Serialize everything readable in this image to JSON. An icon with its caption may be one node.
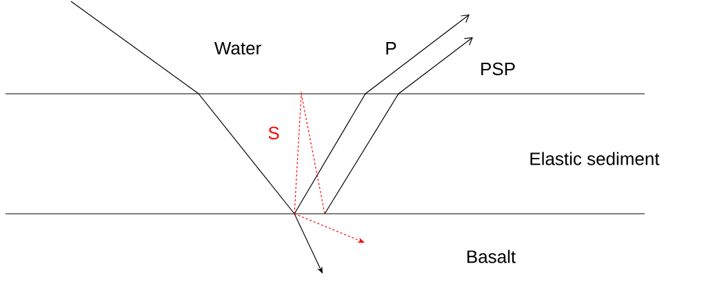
{
  "diagram": {
    "labels": [
      "Water",
      "P",
      "PSP",
      "S",
      "Elastic sediment",
      "Basalt"
    ]
  }
}
